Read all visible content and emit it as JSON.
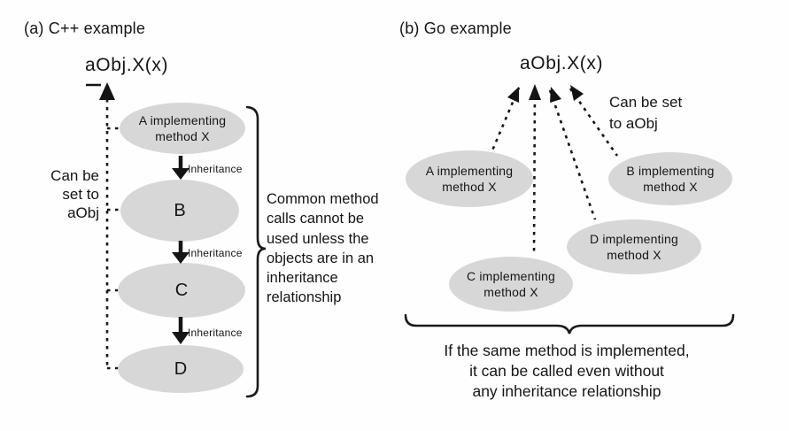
{
  "colors": {
    "node_fill": "#d7d7d7",
    "line": "#161616",
    "text": "#151515"
  },
  "panel_a": {
    "title": "(a) C++ example",
    "call": "aObj.X(x)",
    "side_note": "Can be\nset to\naObj",
    "inheritance_label": "Inheritance",
    "nodes": [
      {
        "id": "A",
        "label": "A implementing\nmethod X"
      },
      {
        "id": "B",
        "label": "B"
      },
      {
        "id": "C",
        "label": "C"
      },
      {
        "id": "D",
        "label": "D"
      }
    ],
    "brace_note": "Common method\ncalls cannot be\nused unless the\nobjects are in an\ninheritance\nrelationship"
  },
  "panel_b": {
    "title": "(b) Go example",
    "call": "aObj.X(x)",
    "side_note": "Can be set\nto aObj",
    "nodes": [
      {
        "id": "A",
        "label": "A implementing\nmethod X"
      },
      {
        "id": "B",
        "label": "B implementing\nmethod X"
      },
      {
        "id": "D",
        "label": "D implementing\nmethod X"
      },
      {
        "id": "C",
        "label": "C implementing\nmethod X"
      }
    ],
    "brace_note": "If the same method is implemented,\nit can be called even without\nany inheritance relationship"
  }
}
